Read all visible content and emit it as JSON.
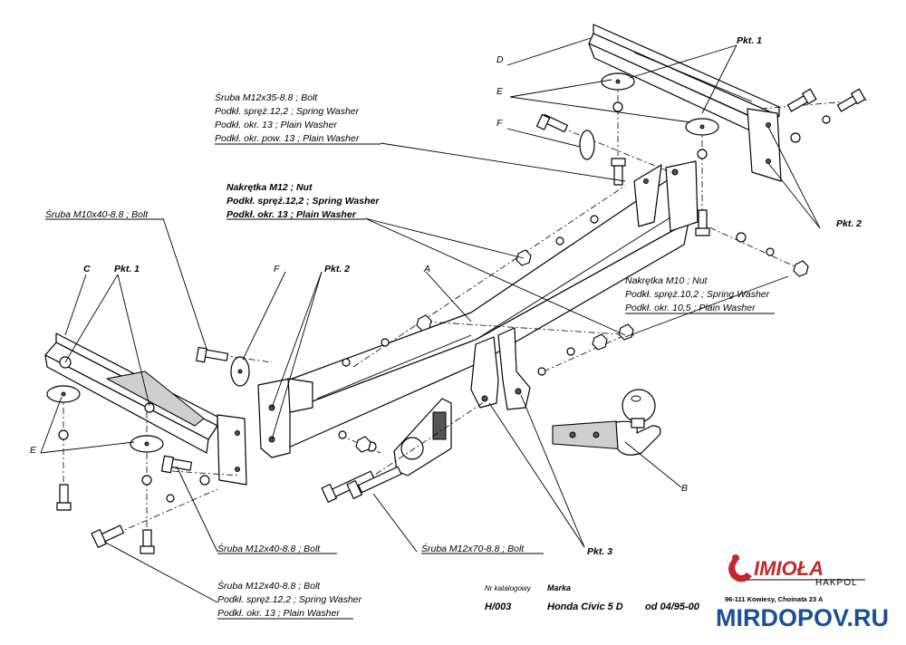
{
  "labels": {
    "A": "A",
    "B": "B",
    "C": "C",
    "D": "D",
    "E_top": "E",
    "E_bottom": "E",
    "F_top": "F",
    "F_mid": "F",
    "pkt1_top": "Pkt. 1",
    "pkt1_left": "Pkt. 1",
    "pkt2_right": "Pkt. 2",
    "pkt2_mid": "Pkt. 2",
    "pkt3": "Pkt. 3"
  },
  "callouts": {
    "bolt_m12x35": [
      "Śruba M12x35-8.8 ;  Bolt",
      "Podkł. spręż.12,2 ; Spring Washer",
      "Podkł. okr. 13 ; Plain Washer",
      "Podkł. okr. pow. 13 ; Plain Washer"
    ],
    "nut_m12": [
      "Nakrętka  M12 ; Nut",
      "Podkł. spręż.12,2 ; Spring Washer",
      "Podkł. okr. 13 ; Plain Washer"
    ],
    "bolt_m10x40": "Śruba M10x40-8.8 ;  Bolt",
    "nut_m10": [
      "Nakrętka  M10 ; Nut",
      "Podkł. spręż.10,2 ; Spring Washer",
      "Podkł. okr. 10,5 ; Plain Washer"
    ],
    "bolt_m12x40": "Śruba M12x40-8.8 ;  Bolt",
    "bolt_m12x70": "Śruba M12x70-8.8 ;  Bolt",
    "bolt_m12x40_set": [
      "Śruba M12x40-8.8 ;  Bolt",
      "Podkł. spręż.12,2 ; Spring Washer",
      "Podkł. okr. 13 ; Plain Washer"
    ]
  },
  "footer": {
    "catalog_label": "Nr katalogowy",
    "make_label": "Marka",
    "catalog_no": "H/003",
    "model": "Honda Civic 5 D",
    "date": "od 04/95-00"
  },
  "brand": {
    "logo": "IMIOŁA",
    "sub": "HAKPOL",
    "address": "96-111 Kowiesy, Choinata 23 A",
    "logo_color": "#c0282d"
  },
  "watermark": "MIRDOPOV.RU",
  "icons": [
    "bolt-icon",
    "nut-icon",
    "washer-icon",
    "towbar-crossbar",
    "tow-ball",
    "bracket"
  ]
}
